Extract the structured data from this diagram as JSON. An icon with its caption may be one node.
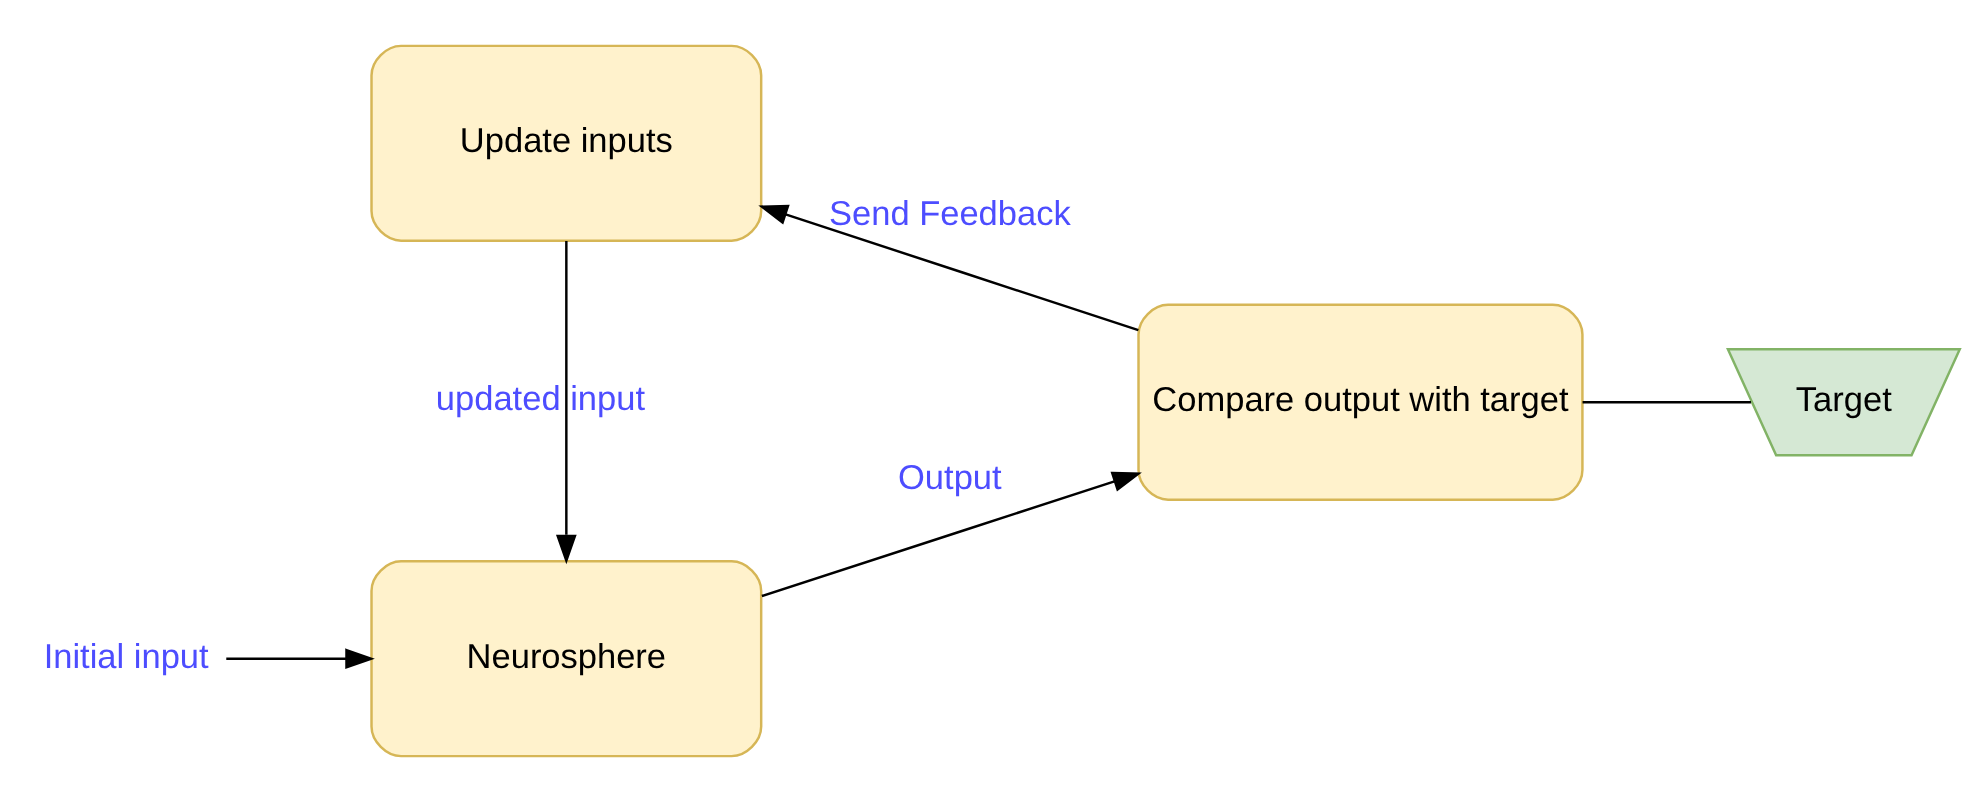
{
  "diagram": {
    "nodes": [
      {
        "text": [
          "Initial input"
        ]
      },
      {
        "text": [
          "Neurosphere"
        ]
      },
      {
        "text": [
          "Compare output with target"
        ]
      },
      {
        "text": [
          "Target"
        ]
      },
      {
        "text": [
          "Update inputs"
        ]
      }
    ],
    "edges": [
      {
        "from": 0,
        "to": 1,
        "arrow": "to"
      },
      {
        "from": 1,
        "to": 2,
        "arrow": "to",
        "label": "Output"
      },
      {
        "from": 2,
        "to": 3,
        "arrow": "none"
      },
      {
        "from": 2,
        "to": 4,
        "arrow": "to",
        "label": "Send Feedback"
      },
      {
        "from": 4,
        "to": 1,
        "arrow": "to",
        "label": "updated input"
      }
    ]
  }
}
